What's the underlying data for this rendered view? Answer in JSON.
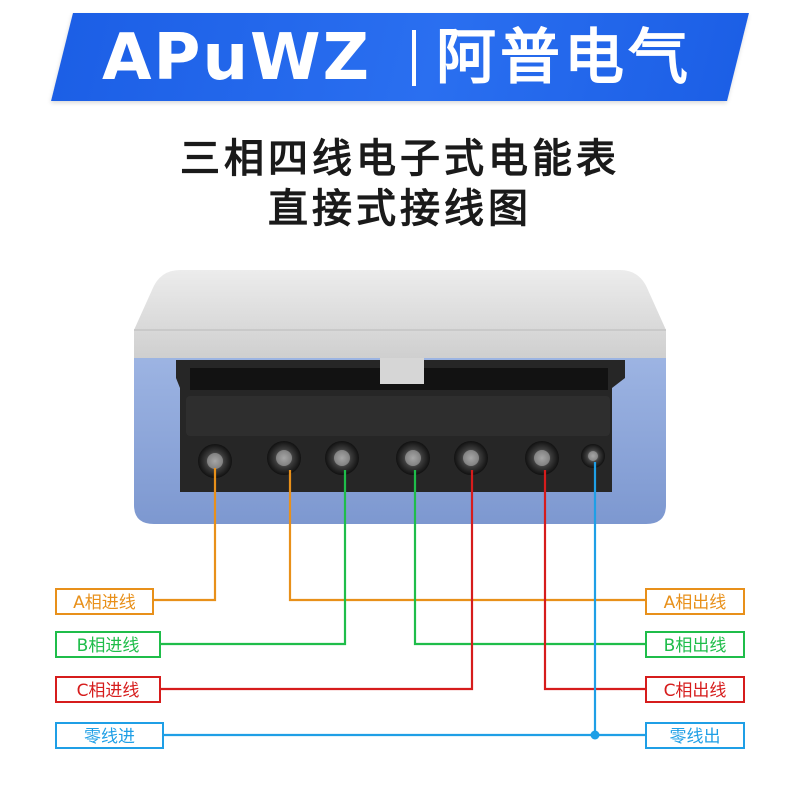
{
  "brand": {
    "name_en": "APuWZ",
    "name_cn": "阿普电气"
  },
  "title": {
    "line1": "三相四线电子式电能表",
    "line2": "直接式接线图"
  },
  "labels": {
    "a_in": "A相进线",
    "b_in": "B相进线",
    "c_in": "C相进线",
    "n_in": "零线进",
    "a_out": "A相出线",
    "b_out": "B相出线",
    "c_out": "C相出线",
    "n_out": "零线出"
  },
  "colors": {
    "banner": "#2a6ff0",
    "phase_a": "#e8901a",
    "phase_b": "#1fbd4a",
    "phase_c": "#d61c1c",
    "neutral": "#1f9fe6",
    "meter_cover": "#dcdcdc",
    "meter_body": "#8aa6dc",
    "terminal_block": "#262626"
  },
  "icons": [
    "terminal-screw-icon",
    "junction-dot-icon"
  ]
}
